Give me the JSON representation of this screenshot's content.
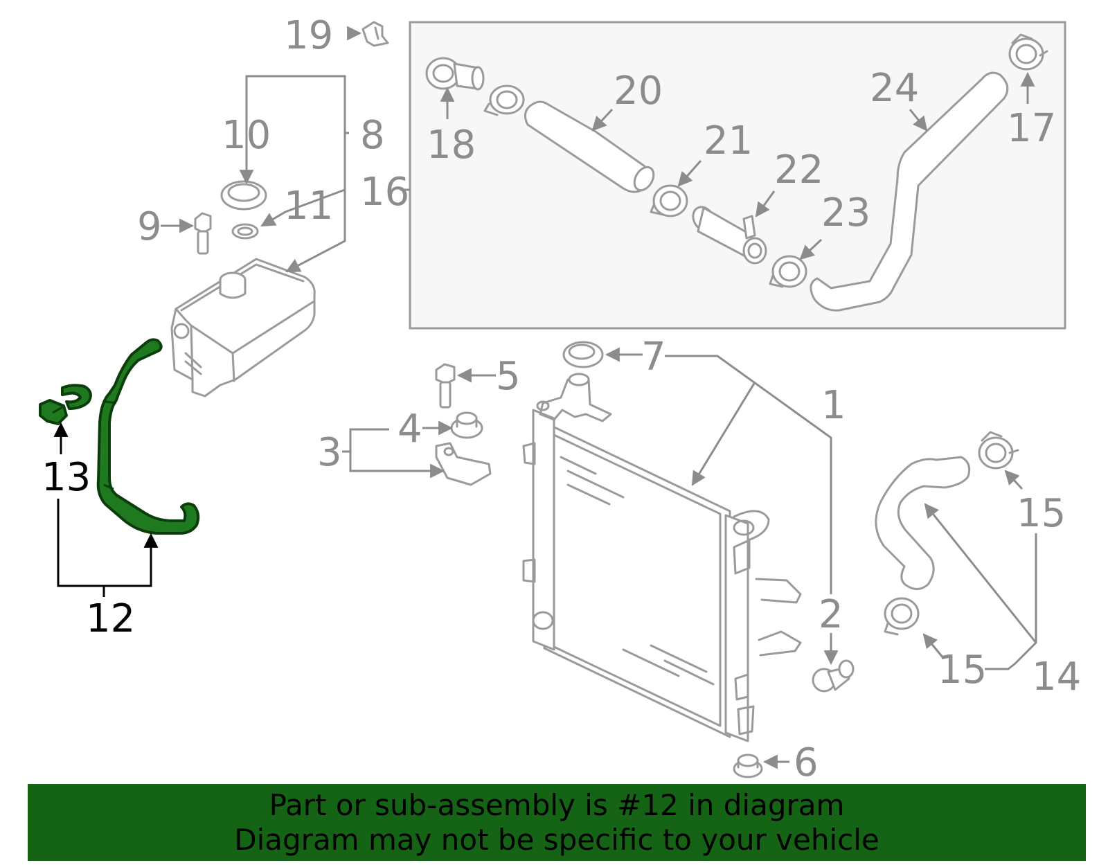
{
  "diagram": {
    "highlight_color": "#1f7a1f",
    "line_color": "#8c8c8c",
    "callouts": [
      {
        "id": "1",
        "label": "1"
      },
      {
        "id": "2",
        "label": "2"
      },
      {
        "id": "3",
        "label": "3"
      },
      {
        "id": "4",
        "label": "4"
      },
      {
        "id": "5",
        "label": "5"
      },
      {
        "id": "6",
        "label": "6"
      },
      {
        "id": "7",
        "label": "7"
      },
      {
        "id": "8",
        "label": "8"
      },
      {
        "id": "9",
        "label": "9"
      },
      {
        "id": "10",
        "label": "10"
      },
      {
        "id": "11",
        "label": "11"
      },
      {
        "id": "12",
        "label": "12",
        "highlighted": true
      },
      {
        "id": "13",
        "label": "13",
        "highlighted": true
      },
      {
        "id": "14",
        "label": "14"
      },
      {
        "id": "15a",
        "label": "15"
      },
      {
        "id": "15b",
        "label": "15"
      },
      {
        "id": "16",
        "label": "16"
      },
      {
        "id": "17",
        "label": "17"
      },
      {
        "id": "18",
        "label": "18"
      },
      {
        "id": "19",
        "label": "19"
      },
      {
        "id": "20",
        "label": "20"
      },
      {
        "id": "21",
        "label": "21"
      },
      {
        "id": "22",
        "label": "22"
      },
      {
        "id": "23",
        "label": "23"
      },
      {
        "id": "24",
        "label": "24"
      }
    ]
  },
  "banner": {
    "line1": "Part or sub-assembly is #12 in diagram",
    "line2": "Diagram may not be specific to your vehicle",
    "background": "#156315"
  }
}
